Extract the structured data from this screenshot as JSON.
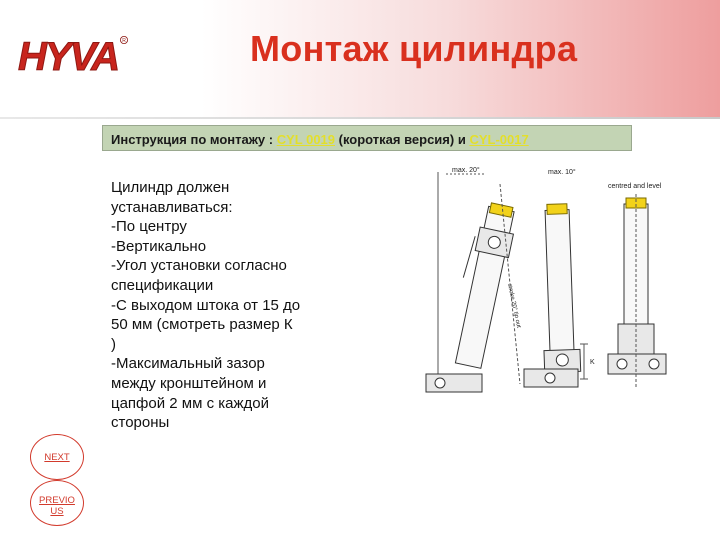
{
  "header": {
    "brand": "HYVA",
    "title": "Монтаж цилиндра"
  },
  "instruction": {
    "prefix": "Инструкция по монтажу : ",
    "link_short": "CYL 0019",
    "middle": " (короткая версия) и ",
    "link_full": "CYL-0017"
  },
  "body": {
    "lines": [
      "Цилиндр должен",
      "устанавливаться:",
      "-По центру",
      "-Вертикально",
      "-Угол установки согласно",
      "спецификации",
      "-С выходом штока от 15 до",
      "50 мм (смотреть размер К",
      ")",
      "-Максимальный зазор",
      "между кронштейном и",
      "цапфой 2 мм с каждой",
      "стороны"
    ]
  },
  "diagram": {
    "label_max20": "max. 20°",
    "label_max10": "max. 10°",
    "label_centred": "centred and level",
    "label_stroke": "stroke 20° tip out",
    "label_k": "K"
  },
  "nav": {
    "next_label": "NEXT",
    "prev_label_1": "PREVIO",
    "prev_label_2": "US"
  },
  "colors": {
    "brand_red": "#d9301e",
    "bar_green": "#c3d4b4",
    "link_yellow": "#e3df2b",
    "cap_yellow": "#f2d21a"
  }
}
